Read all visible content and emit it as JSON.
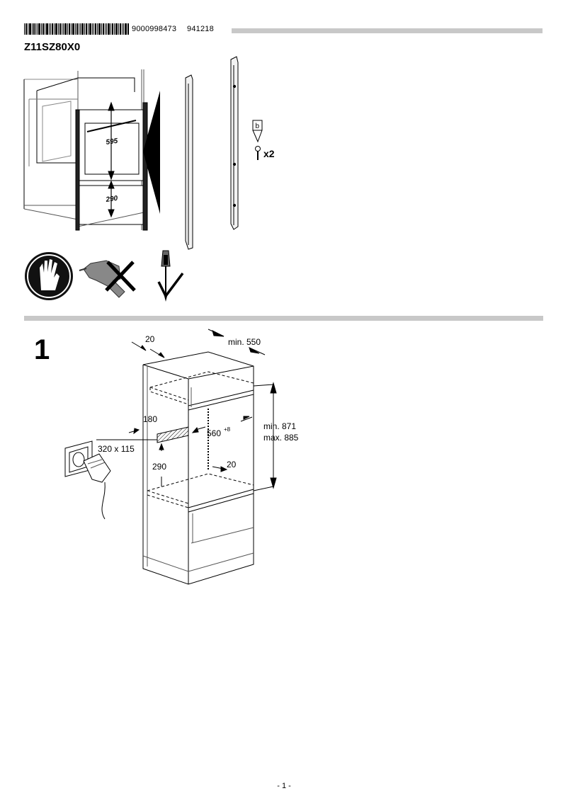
{
  "header": {
    "document_number": "9000998473",
    "document_date": "941218",
    "model": "Z11SZ80X0"
  },
  "figure_top": {
    "dimensions": {
      "oven_height": "595",
      "drawer_height": "290"
    },
    "part_label": "b",
    "screw_quantity": "x2"
  },
  "step_1": {
    "number": "1",
    "dimensions": {
      "side_depth": "20",
      "min_depth": "min. 550",
      "height_min": "min. 871",
      "height_max": "max. 885",
      "socket_height": "180",
      "socket_area": "320 x 115",
      "socket_offset": "290",
      "width": "560",
      "width_tolerance": "+8",
      "back_gap": "20"
    }
  },
  "footer": {
    "page_label": "- 1 -"
  }
}
